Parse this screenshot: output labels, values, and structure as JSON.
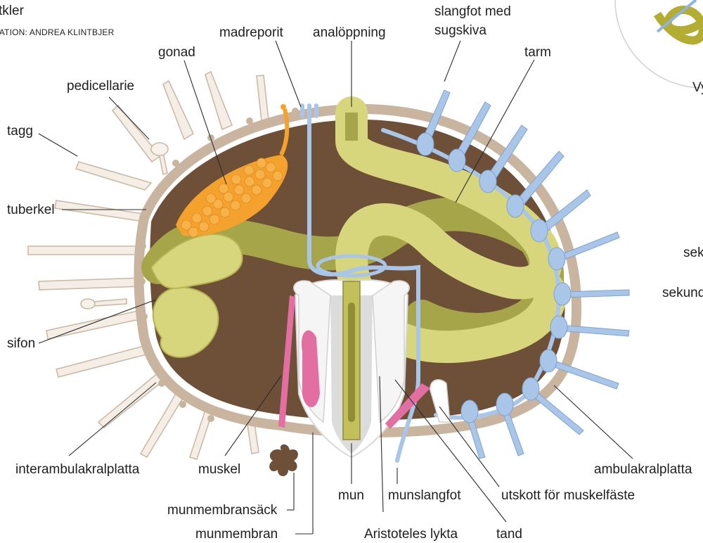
{
  "header": {
    "title_fragment": "tkler",
    "credit": "ILLUSTRATION: ANDREA KLINTBJER"
  },
  "inset": {
    "label_view": "Vy",
    "label_sek": "sek",
    "label_sekund": "sekund"
  },
  "labels": {
    "slangfot_line1": "slangfot med",
    "slangfot_line2": "sugskiva",
    "madreporit": "madreporit",
    "analoppning": "analöppning",
    "gonad": "gonad",
    "tarm": "tarm",
    "pedicellarie": "pedicellarie",
    "tagg": "tagg",
    "tuberkel": "tuberkel",
    "sifon": "sifon",
    "interambulakralplatta": "interambulakralplatta",
    "muskel": "muskel",
    "munmembransack": "munmembransäck",
    "munmembran": "munmembran",
    "mun": "mun",
    "munslangfot": "munslangfot",
    "aristoteles": "Aristoteles lykta",
    "tand": "tand",
    "utskott": "utskott för muskelfäste",
    "ambulakralplatta": "ambulakralplatta"
  },
  "colors": {
    "body_interior": "#6e4f37",
    "test_shell": "#c9b49f",
    "spine": "#f3ece4",
    "spine_stroke": "#cbb8a5",
    "gut": "#d8d67c",
    "gut_dark": "#a7a54a",
    "gonad": "#f4a22d",
    "water_vascular": "#a9c6e8",
    "lantern": "#ffffff",
    "muscle": "#e36fa2"
  }
}
